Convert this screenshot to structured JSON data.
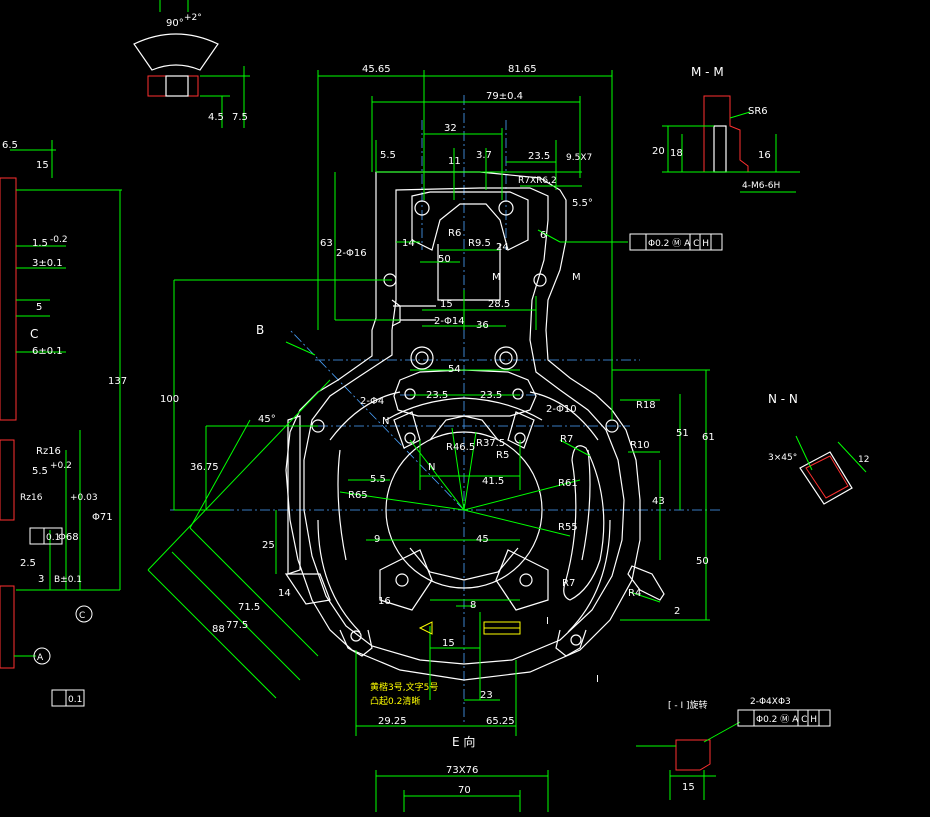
{
  "sections": {
    "mm_title": "M - M",
    "nn_title": "N - N",
    "e_view": "E 向",
    "section_b": "B",
    "section_n1": "N",
    "section_n2": "N",
    "section_m_left": "M",
    "section_m_right": "M",
    "section_i_left": "I",
    "section_i_right": "I",
    "i_rotate": "[ - I ]旋转",
    "label_c": "C",
    "datum_a": "A",
    "datum_c": "C"
  },
  "top_dims": {
    "d_45_65": "45.65",
    "d_81_65": "81.65",
    "d_79": "79±0.4",
    "d_32": "32",
    "d_11": "11",
    "d_3_7": "3.7",
    "d_23_5": "23.5",
    "d_9_5": "9.5X7",
    "d_5_5a": "5.5",
    "d_r7": "R7XR6.2",
    "d_5_5deg": "5.5°",
    "d_r6": "R6",
    "d_6": "6",
    "d_14": "14",
    "d_r9_5": "R9.5",
    "d_24": "24",
    "d_63": "63",
    "d_2phi16": "2-Φ16",
    "d_50": "50",
    "d_15": "15",
    "d_28_5": "28.5",
    "d_2phi14": "2-Φ14",
    "d_36": "36",
    "d_54": "54",
    "d_2phi4": "2-Φ4",
    "d_23_5b": "23.5",
    "d_23_5c": "23.5",
    "d_2phi10": "2-Φ10",
    "d_r18": "R18",
    "d_r10": "R10",
    "d_51": "51",
    "d_61": "61",
    "d_r7b": "R7",
    "d_r5": "R5",
    "d_41_5": "41.5",
    "d_r61": "R61",
    "d_r65": "R65",
    "d_5_5b": "5.5",
    "d_r37_5": "R37.5",
    "d_r46_5": "R46.5",
    "d_100": "100",
    "d_36_75": "36.75",
    "d_45deg": "45°",
    "d_43": "43",
    "d_50b": "50",
    "d_r55": "R55",
    "d_9": "9",
    "d_45": "45",
    "d_25": "25",
    "d_14b": "14",
    "d_16": "16",
    "d_r7c": "R7",
    "d_r4": "R4",
    "d_2": "2",
    "d_71_5": "71.5",
    "d_77_5": "77.5",
    "d_88": "88",
    "d_8": "8",
    "d_15b": "15",
    "d_23": "23",
    "d_29_25": "29.25",
    "d_65_25": "65.25",
    "d_73x76": "73X76",
    "d_70": "70"
  },
  "notes": {
    "yellow_note_1": "黄楷3号,文字5号",
    "yellow_note_2": "凸起0.2清晰"
  },
  "tolerances": {
    "main_pos": "Φ0.2 Ⓜ A C H",
    "bottom_pos": "Φ0.2 Ⓜ A C H",
    "bottom_holes": "2-Φ4XΦ3",
    "flat_0_1a": "0.1",
    "flat_0_1b": "0.1"
  },
  "top_left_detail": {
    "angle": "90°",
    "angle_tol": "+2°",
    "d_4_5": "4.5",
    "d_7_5": "7.5"
  },
  "mm_detail": {
    "sr6": "SR6",
    "d_20": "20",
    "d_18": "18",
    "d_16": "16",
    "thread": "4-M6-6H"
  },
  "nn_detail": {
    "d_3x45": "3×45°",
    "d_12": "12"
  },
  "left_side": {
    "d_6_5": "6.5",
    "d_15": "15",
    "d_1_5": "1.5",
    "d_1_5_tol": "-0.2",
    "d_3": "3±0.1",
    "d_5": "5",
    "d_6": "6±0.1",
    "d_137": "137",
    "rz16a": "Rz16",
    "rz16b": "Rz16",
    "d_5_5": "5.5",
    "d_5_5_tol": "+0.2",
    "d_phi68": "Φ68",
    "d_phi68_tol": "+0.03",
    "d_phi71": "Φ71",
    "d_2_5": "2.5",
    "d_3b": "3",
    "d_note": "B±0.1"
  },
  "bottom_right": {
    "d_15": "15"
  }
}
